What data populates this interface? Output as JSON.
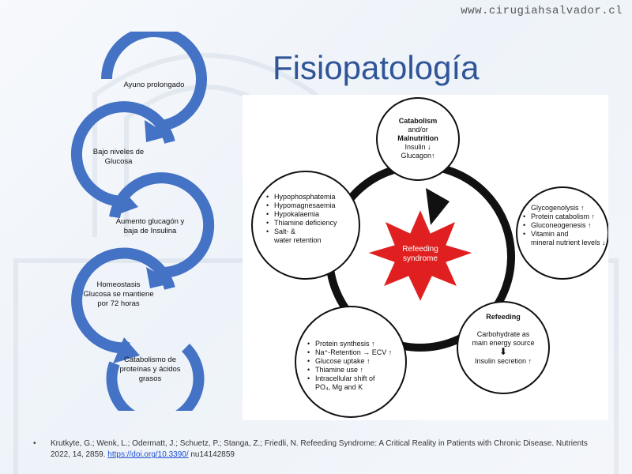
{
  "header": {
    "site_url": "www.cirugiahsalvador.cl"
  },
  "title": "Fisiopatología",
  "left_flow": {
    "steps": [
      {
        "label": "Ayuno prolongado"
      },
      {
        "label": "Bajo niveles de\nGlucosa"
      },
      {
        "label": "Aumento glucagón y\nbaja de Insulina"
      },
      {
        "label": "Homeostasis\nGlucosa se mantiene\npor 72 horas"
      },
      {
        "label": "Catabolismo de\nproteínas y ácidos\ngrasos"
      }
    ],
    "arrow_color": "#4472c4"
  },
  "figure": {
    "center": {
      "line1": "Refeeding",
      "line2": "syndrome",
      "color": "#e02020"
    },
    "catabolism": {
      "title_line1": "Catabolism",
      "title_line2": "and/or",
      "title_line3": "Malnutrition",
      "item1": "Insulin ↓",
      "item2": "Glucagon↑"
    },
    "right_circle": {
      "items": [
        "Glycogenolysis ↑",
        "Protein catabolism ↑",
        "Gluconeogenesis ↑",
        "Vitamin and\nmineral nutrient levels ↓"
      ]
    },
    "refeeding": {
      "title": "Refeeding",
      "text": "Carbohydrate as\nmain energy source",
      "arrow": "⬇",
      "result": "Insulin secretion ↑"
    },
    "bottom_circle": {
      "items": [
        "Protein synthesis ↑",
        "Na⁺-Retention → ECV ↑",
        "Glucose uptake ↑",
        "Thiamine use ↑",
        "Intracellular shift of\nPO₄, Mg and K"
      ]
    },
    "left_circle": {
      "items": [
        "Hypophosphatemia",
        "Hypomagnesaemia",
        "Hypokalaemia",
        "Thiamine deficiency",
        "Salt- &\nwater retention"
      ]
    }
  },
  "footer": {
    "bullet": "•",
    "reference": "Krutkyte, G.; Wenk, L.; Odermatt, J.; Schuetz, P.; Stanga, Z.; Friedli, N. Refeeding Syndrome: A Critical Reality in Patients with Chronic Disease. Nutrients 2022, 14, 2859. ",
    "link_text": "https://doi.org/10.3390/",
    "suffix": " nu14142859"
  }
}
